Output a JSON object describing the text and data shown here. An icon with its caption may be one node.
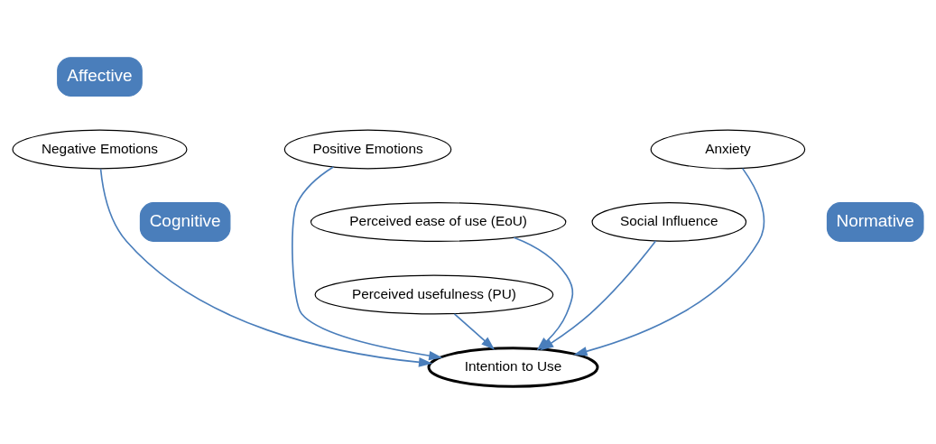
{
  "diagram": {
    "nodes": [
      {
        "text": [
          "Affective"
        ]
      },
      {
        "text": [
          "Positive Emotions"
        ]
      },
      {
        "text": [
          "Negative Emotions"
        ]
      },
      {
        "text": [
          "Anxiety"
        ]
      },
      {
        "text": [
          "Cognitive"
        ]
      },
      {
        "text": [
          "Perceived ease of use (EoU)"
        ]
      },
      {
        "text": [
          "Perceived usefulness (PU)"
        ]
      },
      {
        "text": [
          "Social Influence"
        ]
      },
      {
        "text": [
          "Normative"
        ]
      },
      {
        "text": [
          "Intention to Use"
        ]
      }
    ],
    "edges": [
      {
        "from": 1,
        "to": 9,
        "arrow": "to"
      },
      {
        "from": 2,
        "to": 9,
        "arrow": "to"
      },
      {
        "from": 3,
        "to": 9,
        "arrow": "to"
      },
      {
        "from": 5,
        "to": 9,
        "arrow": "to"
      },
      {
        "from": 6,
        "to": 9,
        "arrow": "to"
      },
      {
        "from": 7,
        "to": 9,
        "arrow": "to"
      }
    ]
  }
}
